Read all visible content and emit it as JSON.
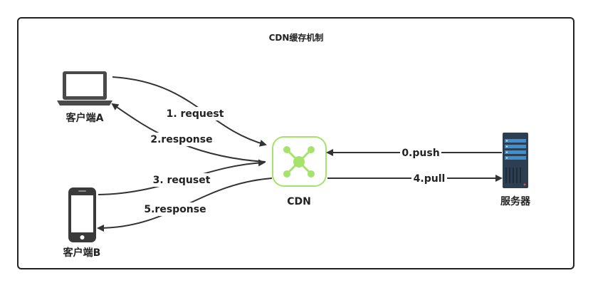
{
  "title": "CDN缓存机制",
  "nodes": {
    "client_a": {
      "label": "客户端A",
      "icon": "laptop-icon"
    },
    "client_b": {
      "label": "客户端B",
      "icon": "smartphone-icon"
    },
    "cdn": {
      "label": "CDN",
      "icon": "cdn-network-icon"
    },
    "server": {
      "label": "服务器",
      "icon": "server-icon"
    }
  },
  "edges": {
    "e1": "1. request",
    "e2": "2.response",
    "e3": "3. requset",
    "e5": "5.response",
    "e0": "0.push",
    "e4": "4.pull"
  },
  "colors": {
    "cdn_accent": "#a6e36a",
    "arrow": "#333333",
    "server_body": "#2c3e50",
    "server_slot": "#3d8fd1"
  }
}
